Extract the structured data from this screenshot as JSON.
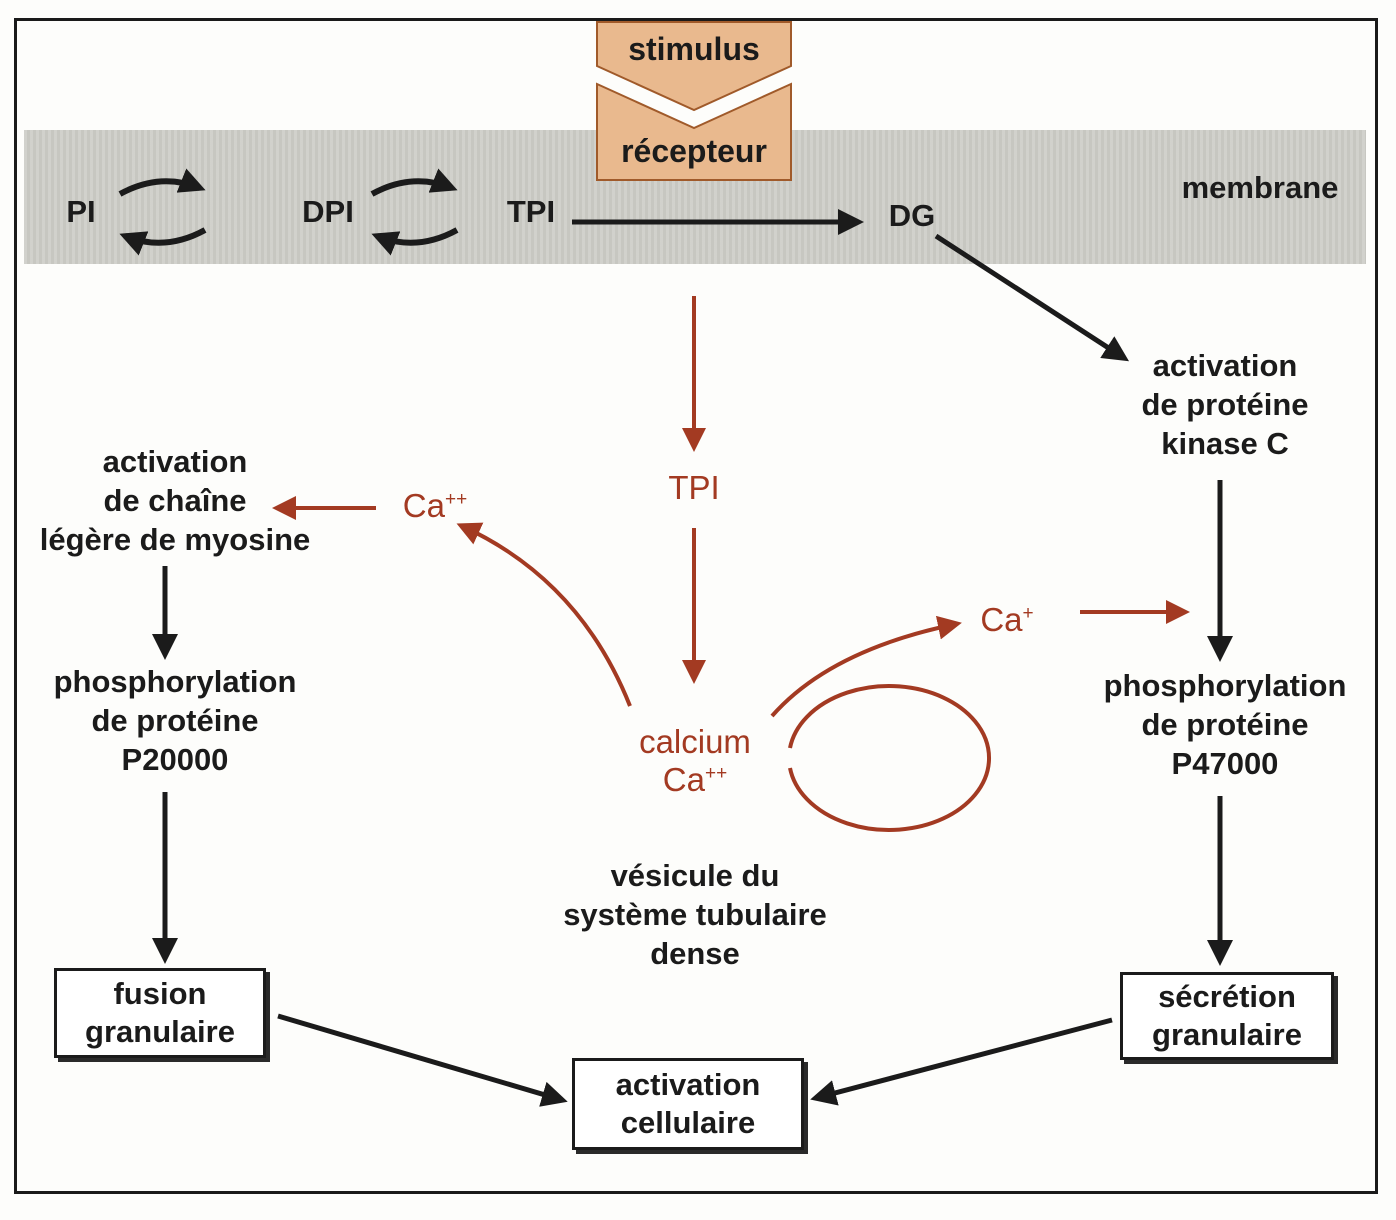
{
  "stimulus": "stimulus",
  "receptor": "récepteur",
  "membrane": "membrane",
  "pi": "PI",
  "dpi": "DPI",
  "tpi_membrane": "TPI",
  "dg": "DG",
  "pkc": "activation\nde protéine\nkinase C",
  "tpi_cyto": "TPI",
  "ca_left_base": "Ca",
  "ca_left_charge": "++",
  "ca_right_base": "Ca",
  "ca_right_charge": "+",
  "myosin": "activation\nde chaîne\nlégère de myosine",
  "p20": "phosphorylation\nde protéine\nP20000",
  "p47": "phosphorylation\nde protéine\nP47000",
  "calcium": "calcium",
  "vesicle_ca_base": "Ca",
  "vesicle_ca_charge": "++",
  "vesicle_label": "vésicule du\nsystème tubulaire\ndense",
  "fusion": "fusion\ngranulaire",
  "secretion": "sécrétion\ngranulaire",
  "activation": "activation\ncellulaire",
  "colors": {
    "calcium_path": "#a33a22",
    "receptor_fill": "#e9b98e",
    "membrane": "#c8c8c2"
  }
}
